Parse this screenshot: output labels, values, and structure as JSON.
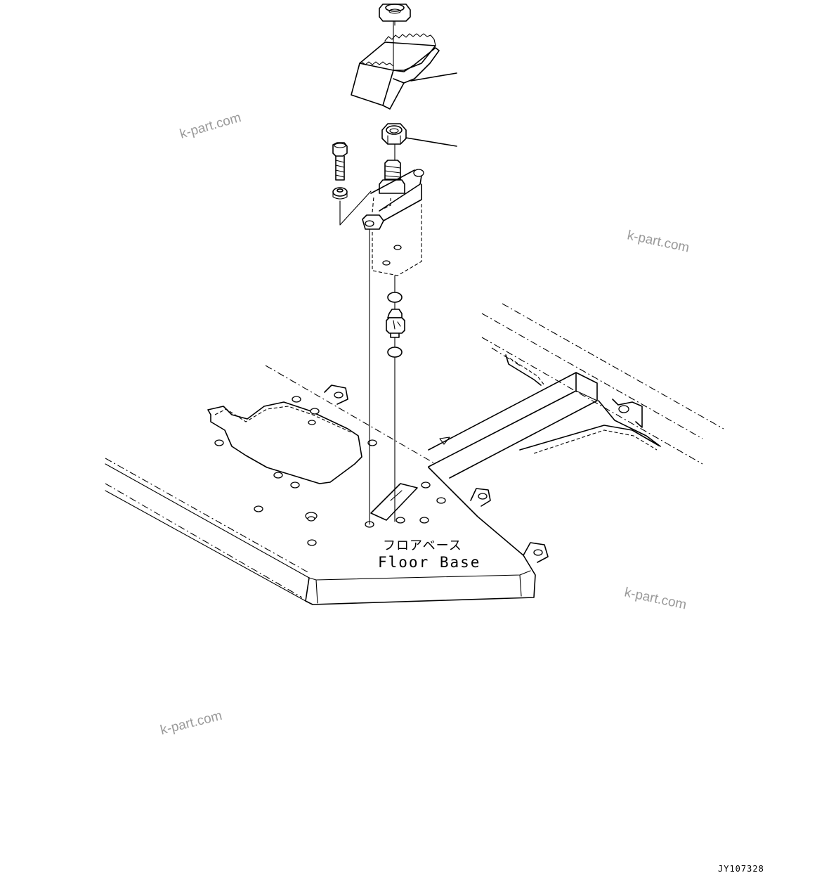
{
  "labels": {
    "floor_base_jp": "フロアベース",
    "floor_base_en": "Floor Base",
    "drawing_code": "JY107328"
  },
  "watermarks": [
    "k-part.com",
    "k-part.com",
    "k-part.com",
    "k-part.com"
  ]
}
